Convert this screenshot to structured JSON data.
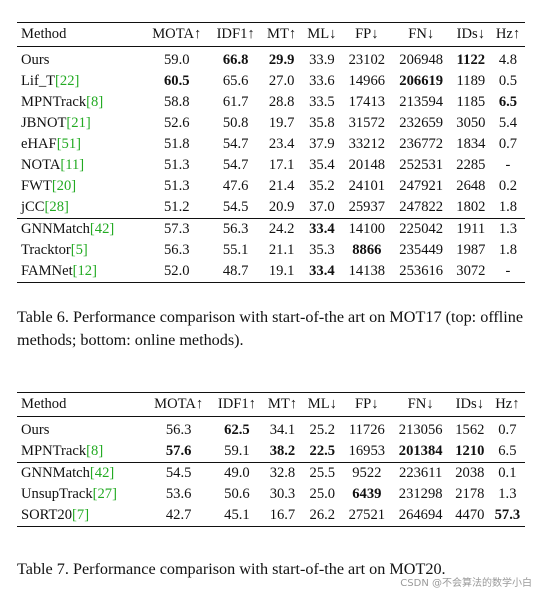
{
  "table6": {
    "header": [
      "Method",
      "MOTA↑",
      "IDF1↑",
      "MT↑",
      "ML↓",
      "FP↓",
      "FN↓",
      "IDs↓",
      "Hz↑"
    ],
    "rows": [
      {
        "name": "Ours",
        "ref": "",
        "cells": [
          "59.0",
          "66.8",
          "29.9",
          "33.9",
          "23102",
          "206948",
          "1122",
          "4.8"
        ],
        "bold": [
          1,
          2,
          6
        ]
      },
      {
        "name": "Lif_T",
        "ref": "[22]",
        "cells": [
          "60.5",
          "65.6",
          "27.0",
          "33.6",
          "14966",
          "206619",
          "1189",
          "0.5"
        ],
        "bold": [
          0,
          5
        ]
      },
      {
        "name": "MPNTrack",
        "ref": "[8]",
        "cells": [
          "58.8",
          "61.7",
          "28.8",
          "33.5",
          "17413",
          "213594",
          "1185",
          "6.5"
        ],
        "bold": [
          7
        ]
      },
      {
        "name": "JBNOT",
        "ref": "[21]",
        "cells": [
          "52.6",
          "50.8",
          "19.7",
          "35.8",
          "31572",
          "232659",
          "3050",
          "5.4"
        ],
        "bold": []
      },
      {
        "name": "eHAF",
        "ref": "[51]",
        "cells": [
          "51.8",
          "54.7",
          "23.4",
          "37.9",
          "33212",
          "236772",
          "1834",
          "0.7"
        ],
        "bold": []
      },
      {
        "name": "NOTA",
        "ref": "[11]",
        "cells": [
          "51.3",
          "54.7",
          "17.1",
          "35.4",
          "20148",
          "252531",
          "2285",
          "-"
        ],
        "bold": []
      },
      {
        "name": "FWT",
        "ref": "[20]",
        "cells": [
          "51.3",
          "47.6",
          "21.4",
          "35.2",
          "24101",
          "247921",
          "2648",
          "0.2"
        ],
        "bold": []
      },
      {
        "name": "jCC",
        "ref": "[28]",
        "cells": [
          "51.2",
          "54.5",
          "20.9",
          "37.0",
          "25937",
          "247822",
          "1802",
          "1.8"
        ],
        "bold": []
      },
      {
        "name": "GNNMatch",
        "ref": "[42]",
        "cells": [
          "57.3",
          "56.3",
          "24.2",
          "33.4",
          "14100",
          "225042",
          "1911",
          "1.3"
        ],
        "bold": [
          3
        ]
      },
      {
        "name": "Tracktor",
        "ref": "[5]",
        "cells": [
          "56.3",
          "55.1",
          "21.1",
          "35.3",
          "8866",
          "235449",
          "1987",
          "1.8"
        ],
        "bold": [
          4
        ]
      },
      {
        "name": "FAMNet",
        "ref": "[12]",
        "cells": [
          "52.0",
          "48.7",
          "19.1",
          "33.4",
          "14138",
          "253616",
          "3072",
          "-"
        ],
        "bold": [
          3
        ]
      }
    ],
    "caption": "Table 6. Performance comparison with start-of-the art on MOT17 (top: offline methods; bottom: online methods)."
  },
  "table7": {
    "header": [
      "Method",
      "MOTA↑",
      "IDF1↑",
      "MT↑",
      "ML↓",
      "FP↓",
      "FN↓",
      "IDs↓",
      "Hz↑"
    ],
    "rows": [
      {
        "name": "Ours",
        "ref": "",
        "cells": [
          "56.3",
          "62.5",
          "34.1",
          "25.2",
          "11726",
          "213056",
          "1562",
          "0.7"
        ],
        "bold": [
          1
        ]
      },
      {
        "name": "MPNTrack",
        "ref": "[8]",
        "cells": [
          "57.6",
          "59.1",
          "38.2",
          "22.5",
          "16953",
          "201384",
          "1210",
          "6.5"
        ],
        "bold": [
          0,
          2,
          3,
          5,
          6
        ]
      },
      {
        "name": "GNNMatch",
        "ref": "[42]",
        "cells": [
          "54.5",
          "49.0",
          "32.8",
          "25.5",
          "9522",
          "223611",
          "2038",
          "0.1"
        ],
        "bold": []
      },
      {
        "name": "UnsupTrack",
        "ref": "[27]",
        "cells": [
          "53.6",
          "50.6",
          "30.3",
          "25.0",
          "6439",
          "231298",
          "2178",
          "1.3"
        ],
        "bold": [
          4
        ]
      },
      {
        "name": "SORT20",
        "ref": "[7]",
        "cells": [
          "42.7",
          "45.1",
          "16.7",
          "26.2",
          "27521",
          "264694",
          "4470",
          "57.3"
        ],
        "bold": [
          7
        ]
      }
    ],
    "caption": "Table 7. Performance comparison with start-of-the art on MOT20."
  },
  "watermark": "CSDN @不会算法的数学小白"
}
